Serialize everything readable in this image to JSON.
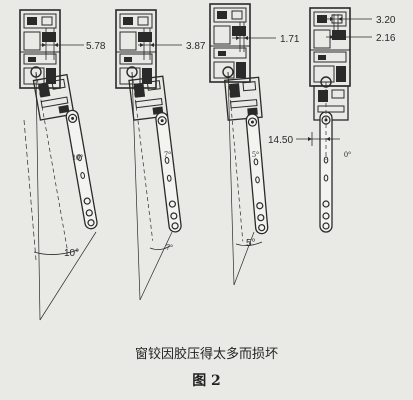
{
  "panels": [
    {
      "id": "p1",
      "offset_label": "5.78",
      "angle_label": "10°",
      "gap_label": "10°"
    },
    {
      "id": "p2",
      "offset_label": "3.87",
      "angle_label": "7°",
      "gap_label": "7°"
    },
    {
      "id": "p3",
      "offset_label": "1.71",
      "angle_label": "5°",
      "gap_label": "5°"
    },
    {
      "id": "p4",
      "offset_label_a": "3.20",
      "offset_label_b": "2.16",
      "width_label": "14.50",
      "angle_label": "0°"
    }
  ],
  "caption": "窗铰因胶压得太多而损坏",
  "figure_label": "图 2",
  "colors": {
    "line": "#2a2a2a",
    "background": "#e9e9e5"
  }
}
